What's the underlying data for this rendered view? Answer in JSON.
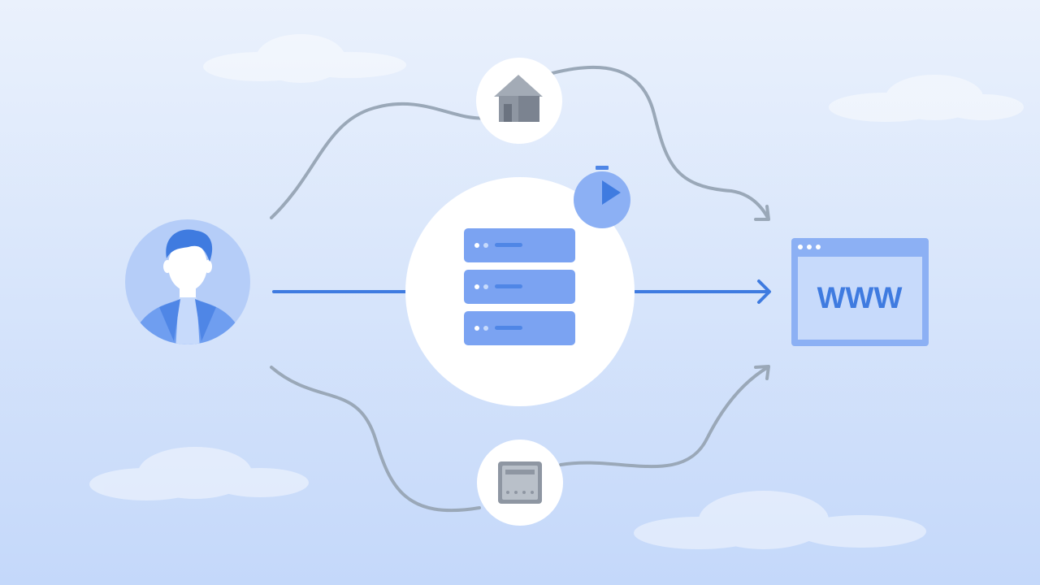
{
  "colors": {
    "background_top": "#eaf1fc",
    "background_bottom": "#c4d8fa",
    "accent_blue": "#3f7be0",
    "light_blue": "#7ba3f2",
    "path_gray": "#9aa8b8",
    "node_white": "#ffffff",
    "avatar_circle": "#b5cdf8"
  },
  "nodes": {
    "user": {
      "icon": "user-avatar-icon"
    },
    "server": {
      "icon": "server-stack-icon",
      "badge_icon": "stopwatch-icon"
    },
    "home": {
      "icon": "house-icon"
    },
    "device": {
      "icon": "terminal-device-icon"
    },
    "website": {
      "icon": "browser-window-icon",
      "label": "WWW"
    }
  },
  "connections": [
    {
      "from": "user",
      "to": "website",
      "via": "server",
      "style": "direct"
    },
    {
      "from": "user",
      "to": "website",
      "via": "home",
      "style": "indirect"
    },
    {
      "from": "user",
      "to": "website",
      "via": "device",
      "style": "indirect"
    }
  ]
}
